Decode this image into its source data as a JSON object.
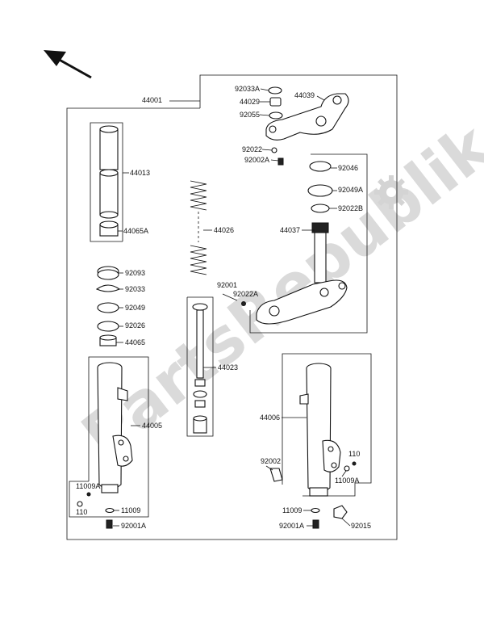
{
  "watermark": {
    "text": "PartsRepublik",
    "gear_icon": "gear-icon"
  },
  "arrow_icon": "direction-arrow-icon",
  "labels": {
    "p44001": "44001",
    "p92033A": "92033A",
    "p44029": "44029",
    "p44039": "44039",
    "p92055": "92055",
    "p92022": "92022",
    "p92002A": "92002A",
    "p44013": "44013",
    "p44065A": "44065A",
    "p44026": "44026",
    "p92046": "92046",
    "p92049A": "92049A",
    "p92022B": "92022B",
    "p44037": "44037",
    "p92093": "92093",
    "p92033": "92033",
    "p92049": "92049",
    "p92026": "92026",
    "p44065": "44065",
    "p92001": "92001",
    "p92022A": "92022A",
    "p44023": "44023",
    "p44005": "44005",
    "p44006": "44006",
    "p110_right": "110",
    "p92002": "92002",
    "p11009A_right": "11009A",
    "p11009A_left": "11009A",
    "p110_left": "110",
    "p11009_left": "11009",
    "p92001A_left": "92001A",
    "p11009_right": "11009",
    "p92001A_right": "92001A",
    "p92015": "92015"
  }
}
